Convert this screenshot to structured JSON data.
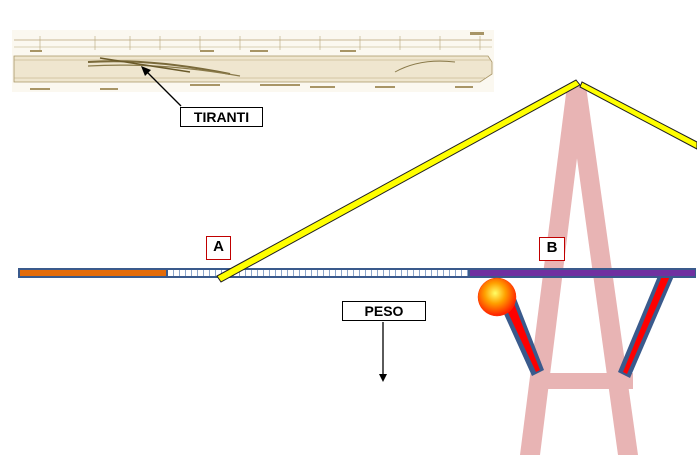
{
  "labels": {
    "tiranti": "TIRANTI",
    "peso": "PESO",
    "point_a": "A",
    "point_b": "B"
  },
  "colors": {
    "stay_fill": "#ffff00",
    "stay_outline": "#202020",
    "pylon": "#e8b4b4",
    "deck_outline": "#3a5a8c",
    "deck_left": "#e46c0a",
    "deck_right": "#7030a0",
    "strut_red": "#ff0000",
    "strut_outline": "#3a5a8c",
    "box_border_red": "#c00000",
    "drawing_sepia": "#c7b58a"
  },
  "icons": {
    "arrow_tiranti": "arrow-up-left-icon",
    "arrow_peso": "arrow-down-icon",
    "load_point": "orange-sphere-icon"
  }
}
